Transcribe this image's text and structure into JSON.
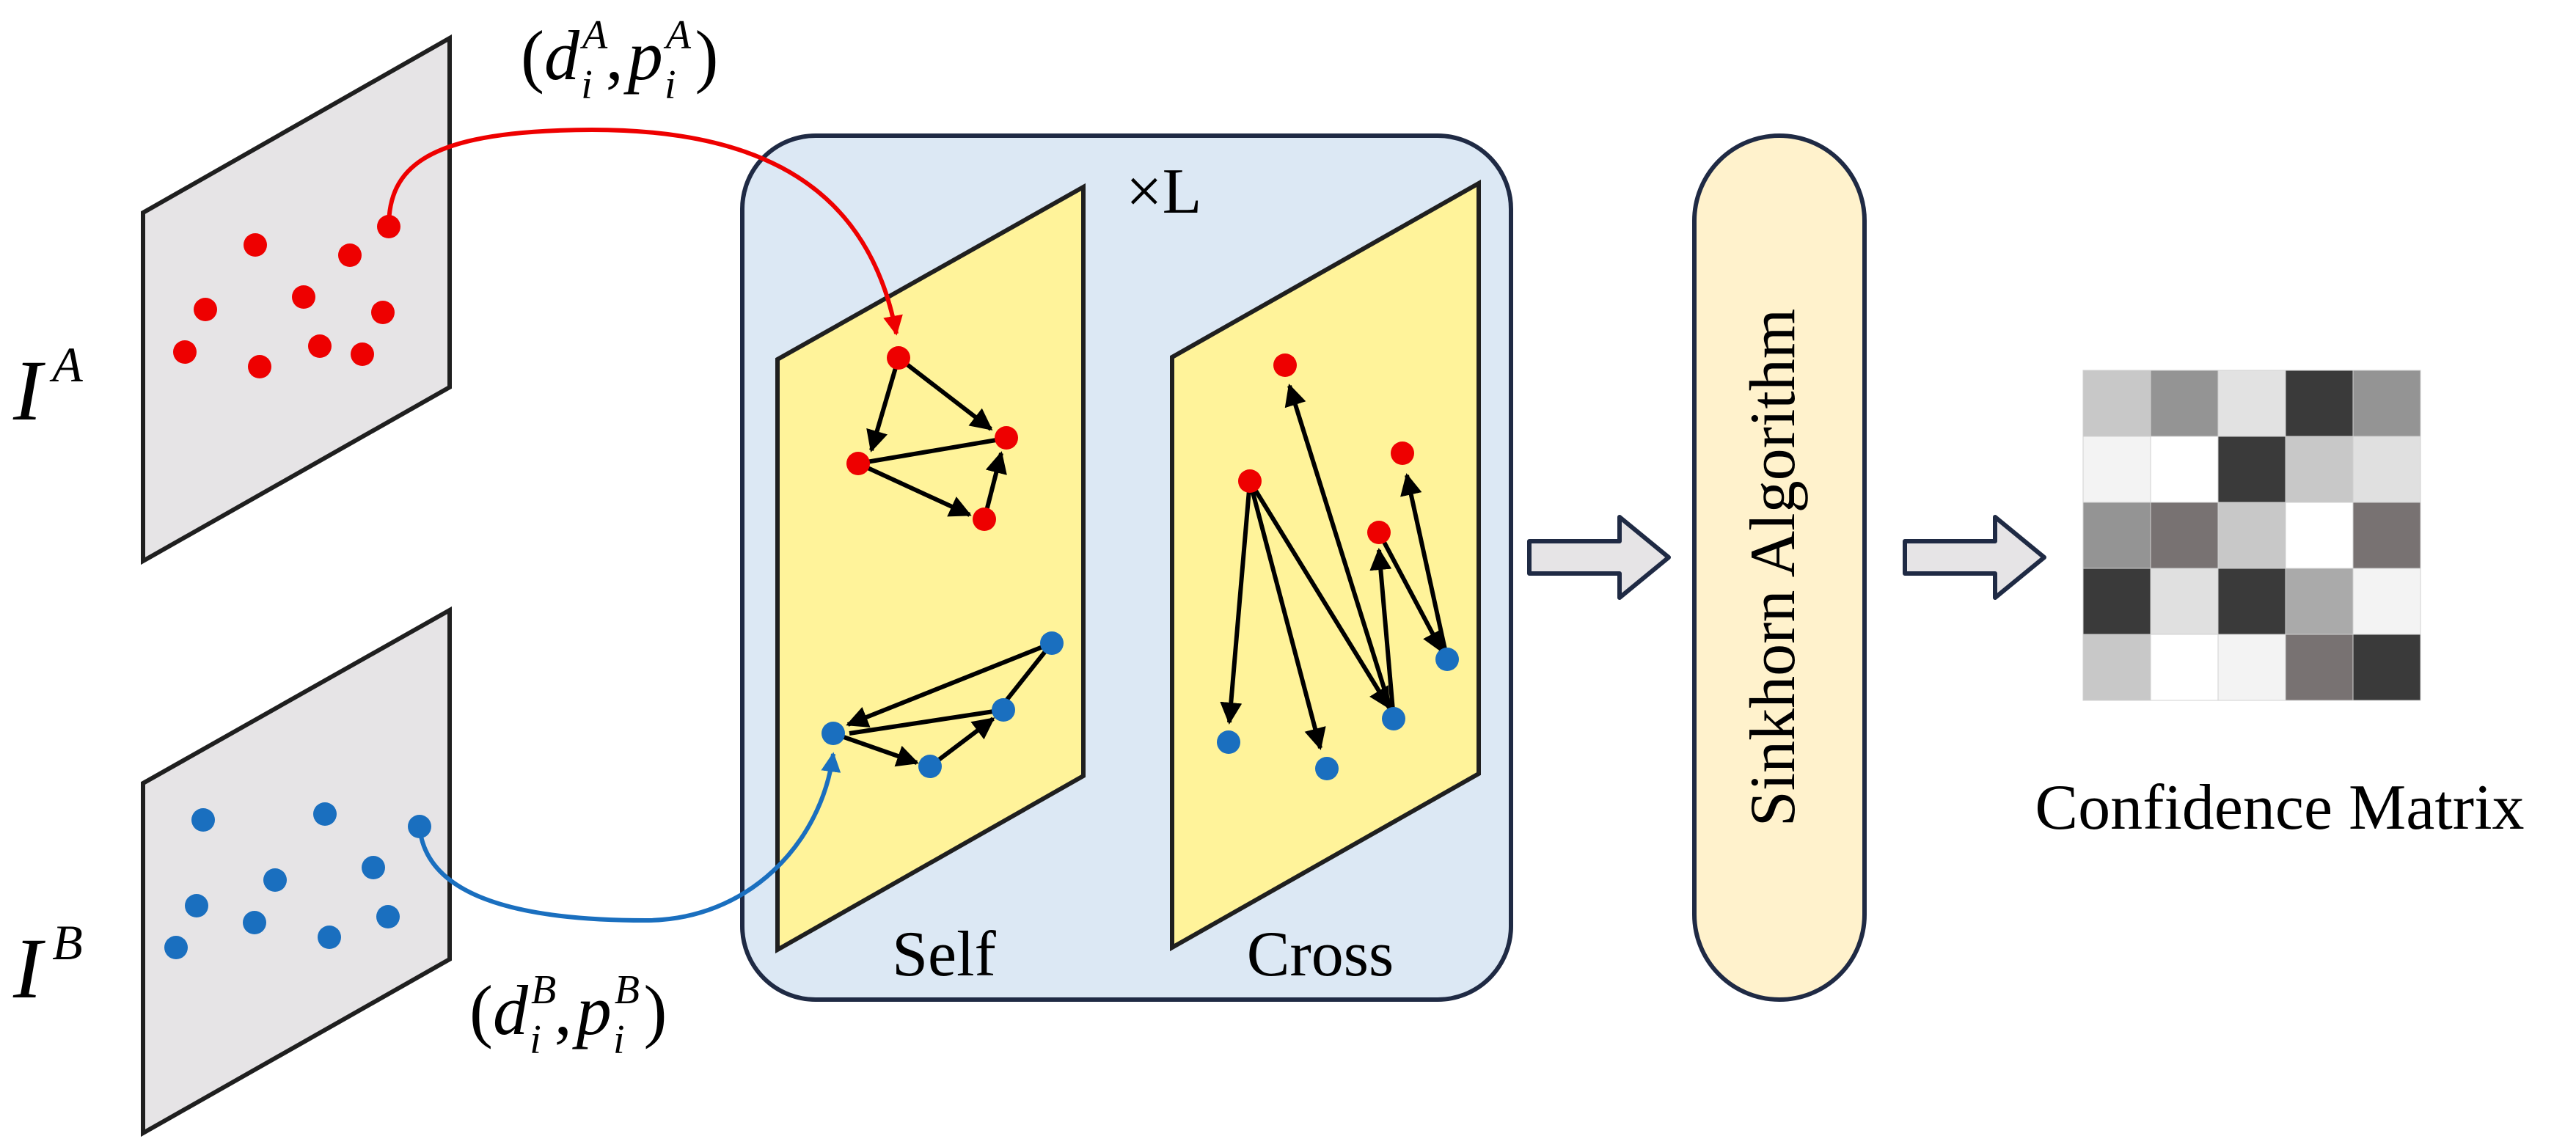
{
  "labels": {
    "image_a": "I",
    "image_a_sup": "A",
    "image_b": "I",
    "image_b_sup": "B",
    "feat_a": {
      "open": "(",
      "d": "d",
      "d_sub": "i",
      "d_sup": "A",
      "comma": ",",
      "p": "p",
      "p_sub": "i",
      "p_sup": "A",
      "close": ")"
    },
    "feat_b": {
      "open": "(",
      "d": "d",
      "d_sub": "i",
      "d_sup": "B",
      "comma": ",",
      "p": "p",
      "p_sub": "i",
      "p_sup": "B",
      "close": ")"
    },
    "repeat": "×L",
    "self": "Self",
    "cross": "Cross",
    "sinkhorn": "Sinkhorn Algorithm",
    "matrix": "Confidence Matrix"
  },
  "colors": {
    "keypoint_a": "#ee0000",
    "keypoint_b": "#1a6fbf",
    "image_plane": "#e6e4e6",
    "attention_plane": "#fff39a",
    "gnn_box": "#dce8f4",
    "sinkhorn_box": "#fff2cc",
    "outline": "#1f2a44"
  },
  "confidence_matrix": {
    "rows": 5,
    "cols": 5,
    "gray_levels": [
      [
        "#c8c8c8",
        "#949494",
        "#e2e2e2",
        "#3a3a3a",
        "#949494"
      ],
      [
        "#f3f3f3",
        "#ffffff",
        "#3a3a3a",
        "#c8c8c8",
        "#e0e0e0"
      ],
      [
        "#949494",
        "#787272",
        "#c8c8c8",
        "#ffffff",
        "#787272"
      ],
      [
        "#3a3a3a",
        "#e0e0e0",
        "#3a3a3a",
        "#aaaaaa",
        "#f3f3f3"
      ],
      [
        "#c8c8c8",
        "#ffffff",
        "#f3f3f3",
        "#787272",
        "#3a3a3a"
      ]
    ]
  }
}
